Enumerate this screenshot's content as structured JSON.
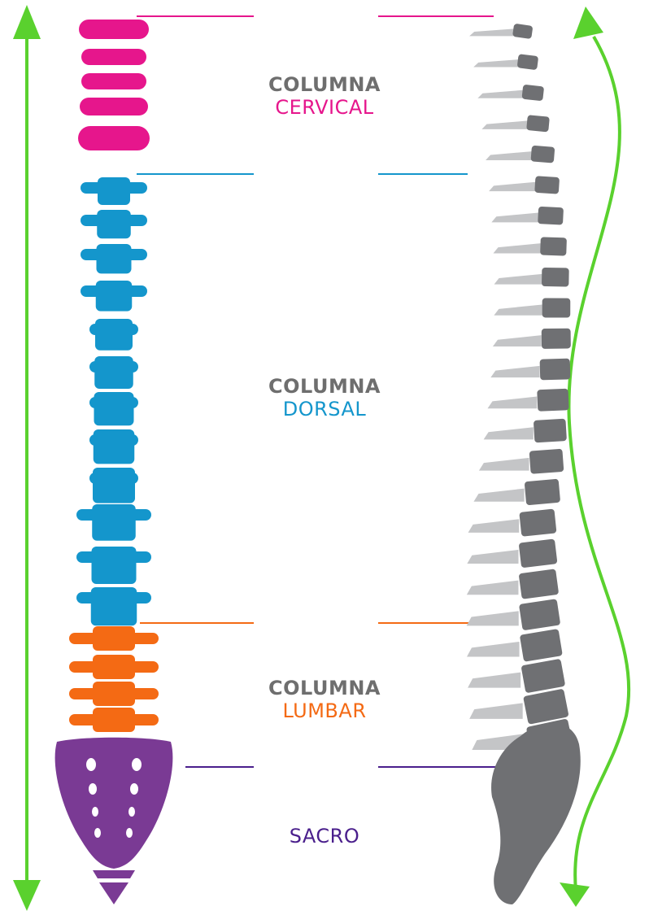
{
  "regions": [
    {
      "id": "cervical",
      "prefix": "COLUMNA",
      "name": "CERVICAL",
      "color": "#e6168c"
    },
    {
      "id": "dorsal",
      "prefix": "COLUMNA",
      "name": "DORSAL",
      "color": "#1496cc"
    },
    {
      "id": "lumbar",
      "prefix": "COLUMNA",
      "name": "LUMBAR",
      "color": "#f46a14"
    },
    {
      "id": "sacro",
      "prefix": "",
      "name": "SACRO",
      "color": "#4a1f8c"
    }
  ],
  "colors": {
    "prefix_text": "#6e6e6e",
    "sacrum_fill": "#7a3a94",
    "coccyx_fill": "#7a3a94",
    "arrow": "#5ad12e",
    "vertebra_body": "#6f7073",
    "vertebra_process": "#c4c5c7"
  },
  "icons": {
    "height_arrow": "double-headed-vertical-arrow-icon",
    "curve_arrow": "s-curve-double-arrow-icon"
  }
}
